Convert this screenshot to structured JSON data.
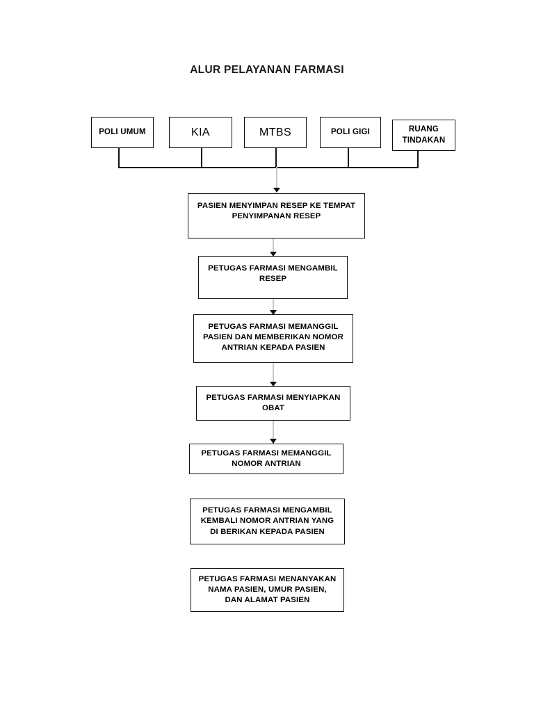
{
  "document": {
    "title": "ALUR PELAYANAN FARMASI",
    "background_color": "#ffffff",
    "line_color": "#111111",
    "arrow_shaft_color": "#c9c9c9",
    "text_color": "#000000"
  },
  "flowchart": {
    "type": "flowchart",
    "orientation": "top-to-bottom",
    "entry_nodes": [
      {
        "id": "poli-umum",
        "label": "POLI UMUM",
        "style": "bold"
      },
      {
        "id": "kia",
        "label": "KIA",
        "style": "plain"
      },
      {
        "id": "mtbs",
        "label": "MTBS",
        "style": "plain"
      },
      {
        "id": "poli-gigi",
        "label": "POLI GIGI",
        "style": "bold"
      },
      {
        "id": "ruang-tindakan",
        "label": "RUANG\nTINDAKAN",
        "style": "bold"
      }
    ],
    "process_nodes": [
      {
        "id": "step-1",
        "label": "PASIEN MENYIMPAN RESEP KE TEMPAT\nPENYIMPANAN RESEP"
      },
      {
        "id": "step-2",
        "label": "PETUGAS FARMASI MENGAMBIL\nRESEP"
      },
      {
        "id": "step-3",
        "label": "PETUGAS FARMASI MEMANGGIL\nPASIEN DAN MEMBERIKAN NOMOR\nANTRIAN KEPADA PASIEN"
      },
      {
        "id": "step-4",
        "label": "PETUGAS FARMASI MENYIAPKAN\nOBAT"
      },
      {
        "id": "step-5",
        "label": "PETUGAS FARMASI MEMANGGIL\nNOMOR ANTRIAN"
      },
      {
        "id": "step-6",
        "label": "PETUGAS FARMASI MENGAMBIL\nKEMBALI NOMOR ANTRIAN YANG\nDI BERIKAN KEPADA PASIEN"
      },
      {
        "id": "step-7",
        "label": "PETUGAS FARMASI MENANYAKAN\nNAMA PASIEN, UMUR PASIEN,\nDAN ALAMAT PASIEN"
      }
    ],
    "connectors": [
      {
        "from": "entry-bus",
        "to": "step-1",
        "kind": "arrow"
      },
      {
        "from": "step-1",
        "to": "step-2",
        "kind": "arrow"
      },
      {
        "from": "step-2",
        "to": "step-3",
        "kind": "arrow"
      },
      {
        "from": "step-3",
        "to": "step-4",
        "kind": "arrow"
      },
      {
        "from": "step-4",
        "to": "step-5",
        "kind": "arrow"
      }
    ]
  }
}
